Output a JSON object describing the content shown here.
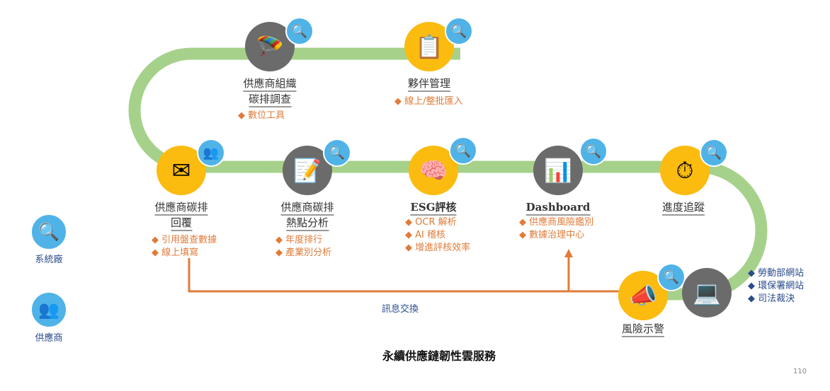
{
  "nodes": [
    {
      "title1": "供應商組織",
      "title2": "碳排調查",
      "bullets": [
        "數位工具"
      ]
    },
    {
      "title1": "夥伴管理",
      "bullets": [
        "線上/整批匯入"
      ]
    },
    {
      "title1": "供應商碳排",
      "title2": "回覆",
      "bullets": [
        "引用盤查數據",
        "線上填寫"
      ]
    },
    {
      "title1": "供應商碳排",
      "title2": "熱點分析",
      "bullets": [
        "年度排行",
        "產業別分析"
      ]
    },
    {
      "title1": "ESG評核",
      "bullets": [
        "OCR 解析",
        "AI 稽核",
        "增進評核效率"
      ]
    },
    {
      "title1": "Dashboard",
      "bullets": [
        "供應商風險鑑別",
        "數據治理中心"
      ]
    },
    {
      "title1": "進度追蹤"
    },
    {
      "title1": "風險示警"
    }
  ],
  "external_sources": [
    "勞動部網站",
    "環保署網站",
    "司法裁決"
  ],
  "legend": {
    "system": "系統廠",
    "supplier": "供應商"
  },
  "message_exchange": "訊息交換",
  "footer_title": "永續供應鏈韌性雲服務",
  "page_number": "110",
  "colors": {
    "track": "#a6d18a",
    "arrow": "#e07b39",
    "yellow": "#fbbb0f",
    "grey": "#6b6b6b"
  }
}
